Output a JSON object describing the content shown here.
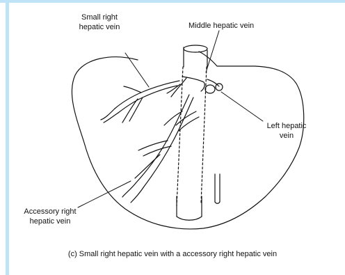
{
  "labels": {
    "small_right_l1": "Small right",
    "small_right_l2": "hepatic vein",
    "middle": "Middle hepatic vein",
    "left_l1": "Left hepatic",
    "left_l2": "vein",
    "accessory_l1": "Accessory right",
    "accessory_l2": "hepatic vein"
  },
  "caption": "(c) Small right hepatic vein with a accessory right hepatic vein",
  "colors": {
    "accent_bar": "#bfe3f7",
    "ink": "#111111"
  }
}
